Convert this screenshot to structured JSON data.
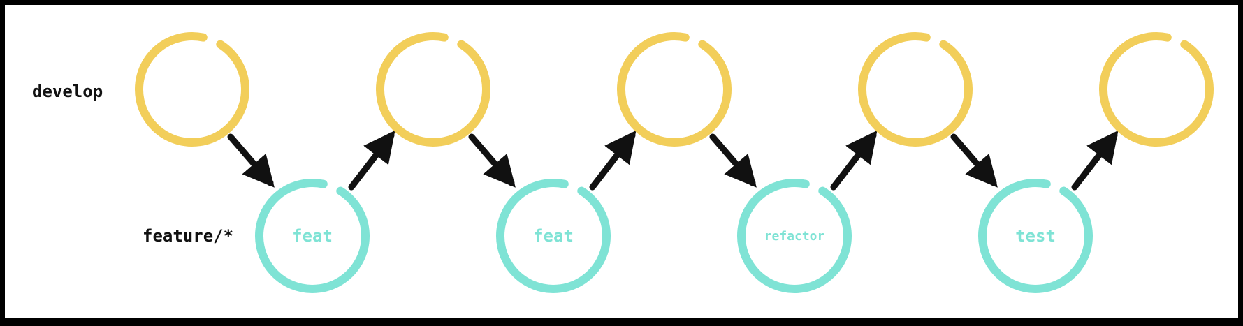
{
  "diagram": {
    "lanes": {
      "develop": "develop",
      "feature": "feature/*"
    },
    "develop_commits": [
      "",
      "",
      "",
      "",
      ""
    ],
    "feature_commits": [
      "feat",
      "feat",
      "refactor",
      "test"
    ],
    "colors": {
      "frame": "#000000",
      "background": "#ffffff",
      "develop_commit": "#f2ce5a",
      "feature_commit": "#7fe3d5",
      "arrow": "#111111",
      "lane_label": "#111111"
    }
  }
}
